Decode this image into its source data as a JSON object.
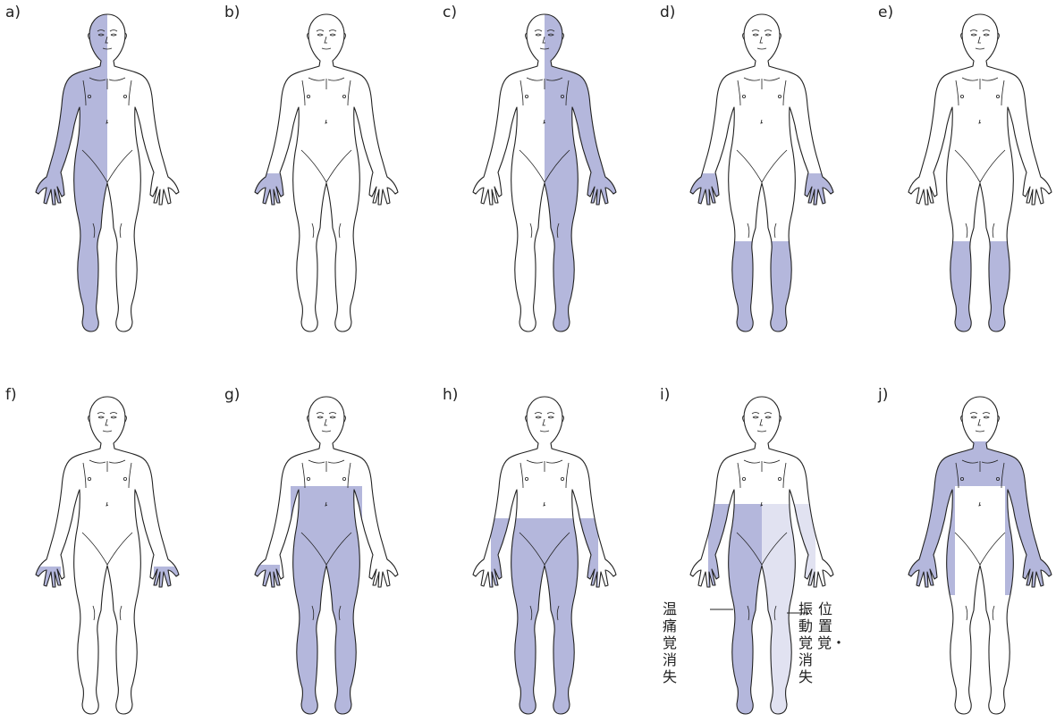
{
  "colors": {
    "shade": "#b4b7dc",
    "shade_light": "#e1e2f1",
    "outline": "#222222"
  },
  "panels": [
    {
      "label": "a)",
      "regions": [
        "left-half"
      ]
    },
    {
      "label": "b)",
      "regions": [
        "hand-left"
      ]
    },
    {
      "label": "c)",
      "regions": [
        "right-half-face-to-foot"
      ]
    },
    {
      "label": "d)",
      "regions": [
        "hands-both",
        "legs-below-knee"
      ]
    },
    {
      "label": "e)",
      "regions": [
        "legs-below-knee"
      ]
    },
    {
      "label": "f)",
      "regions": [
        "fingertips-left",
        "fingertips-right"
      ]
    },
    {
      "label": "g)",
      "regions": [
        "below-chest-level"
      ]
    },
    {
      "label": "h)",
      "regions": [
        "below-waist-level"
      ]
    },
    {
      "label": "i)",
      "regions": [
        "below-navel-split"
      ]
    },
    {
      "label": "j)",
      "regions": [
        "shoulders-arms-cape"
      ]
    }
  ],
  "annotations": {
    "left_text": "温痛覚消失",
    "right_text_col1": "振動覚消失",
    "right_text_col2": "位置覚・"
  }
}
